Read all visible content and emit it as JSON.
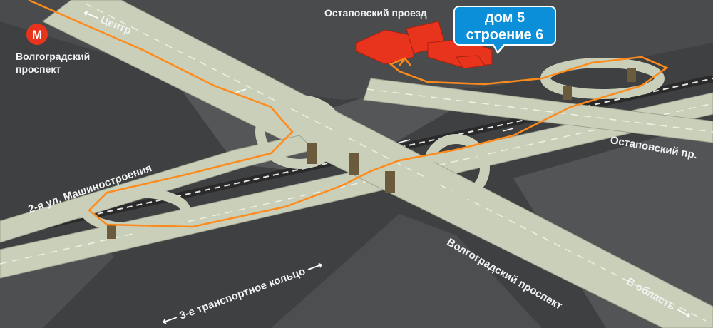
{
  "metro": {
    "icon": "metro-m-icon",
    "station_line1": "Волгоградский",
    "station_line2": "проспект"
  },
  "destination": {
    "line1": "дом 5",
    "line2": "строение 6",
    "color": "#0a8fd8"
  },
  "building_street": "Остаповский проезд",
  "roads": {
    "center": "Центр",
    "ostapovsky_pr": "Остаповский пр.",
    "mashinostroeniya": "2-я ул. Машиностроения",
    "volgogradsky": "Волгоградский проспект",
    "to_region": "В область",
    "ttk": "3-е транспортное кольцо"
  },
  "colors": {
    "background": "#3f4042",
    "road": "#c9cfb8",
    "route": "#ff8a1c",
    "building": "#e8341c",
    "metro": "#e8341c"
  }
}
